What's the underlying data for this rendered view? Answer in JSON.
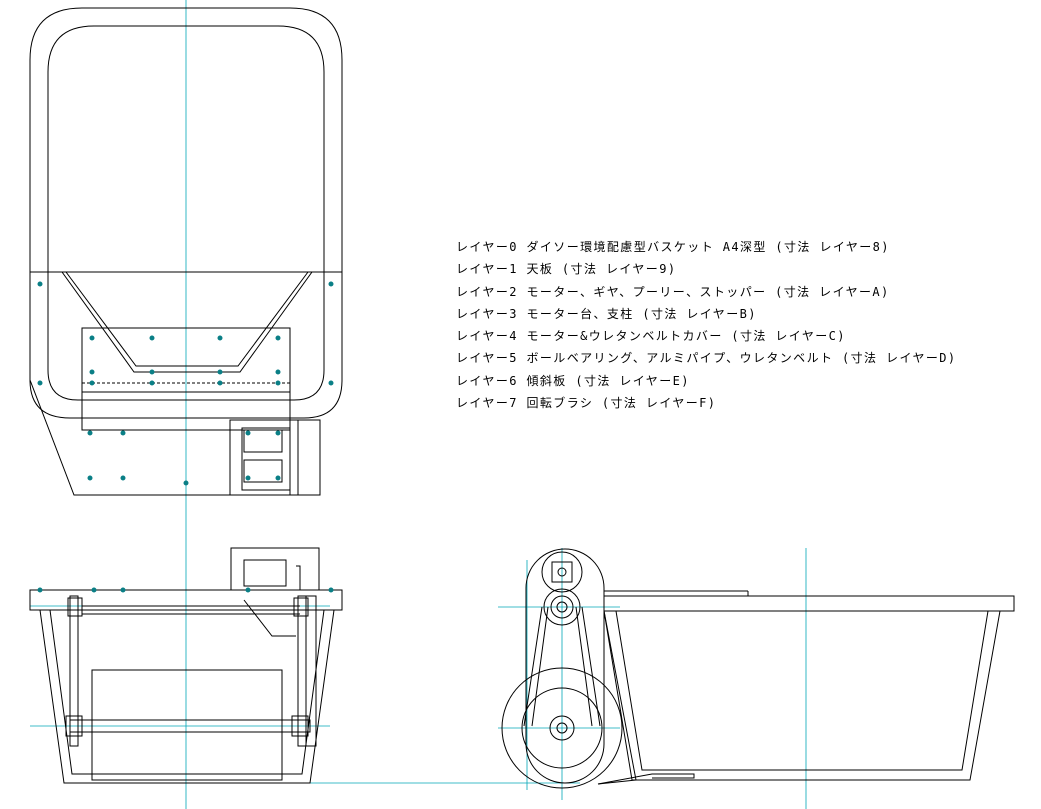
{
  "drawing": {
    "line_color": "#000000",
    "centerline_color": "#00a6b8",
    "hole_color": "#0a7f86"
  },
  "legend": {
    "lines": [
      "レイヤー0 ダイソー環境配慮型バスケット A4深型 (寸法 レイヤー8)",
      "レイヤー1 天板 (寸法 レイヤー9)",
      "レイヤー2 モーター、ギヤ、プーリー、ストッパー (寸法 レイヤーA)",
      "レイヤー3 モーター台、支柱 (寸法 レイヤーB)",
      "レイヤー4 モーター&ウレタンベルトカバー (寸法 レイヤーC)",
      "レイヤー5 ボールベアリング、アルミパイプ、ウレタンベルト (寸法 レイヤーD)",
      "レイヤー6 傾斜板 (寸法 レイヤーE)",
      "レイヤー7 回転ブラシ (寸法 レイヤーF)"
    ]
  }
}
